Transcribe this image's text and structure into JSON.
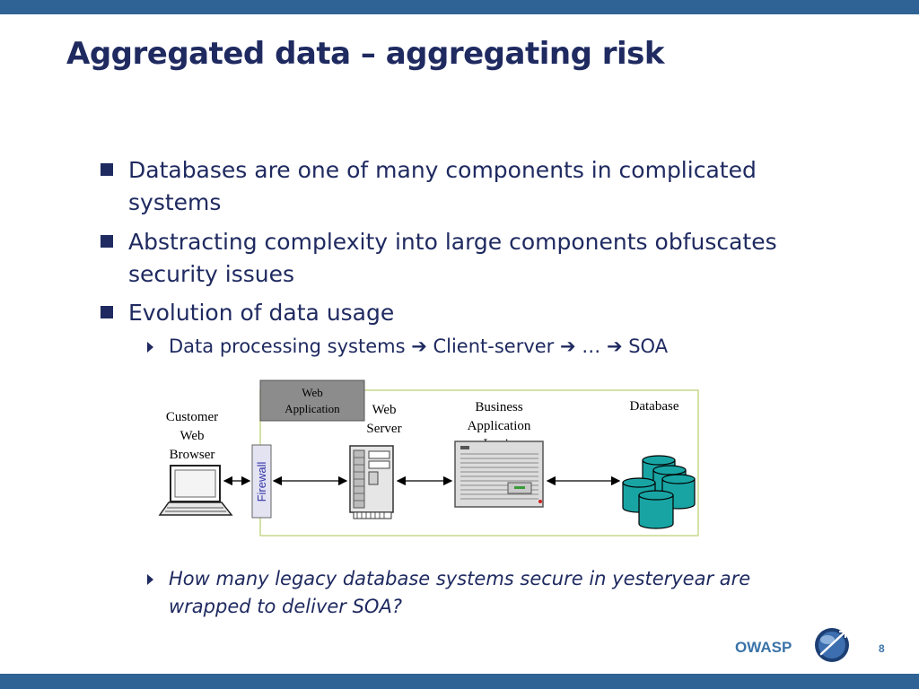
{
  "slide": {
    "title": "Aggregated data – aggregating risk",
    "bullets": [
      {
        "text": "Databases are one of many components in complicated systems"
      },
      {
        "text": "Abstracting complexity into large components obfuscates security issues"
      },
      {
        "text": "Evolution of data usage"
      }
    ],
    "sub_bullet": "Data processing systems ➔ Client-server ➔ … ➔ SOA",
    "question": "How many legacy database systems secure in yesteryear are wrapped to deliver SOA?"
  },
  "diagram": {
    "labels": {
      "web_application": [
        "Web",
        "Application"
      ],
      "customer_browser": [
        "Customer",
        "Web",
        "Browser"
      ],
      "firewall": "Firewall",
      "web_server": [
        "Web",
        "Server"
      ],
      "business_logic": [
        "Business",
        "Application",
        "Logic"
      ],
      "database": "Database"
    },
    "colors": {
      "frame_border": "#c6d98a",
      "web_app_box": "#8c8c8c",
      "firewall_fill": "#e3e3f2",
      "firewall_text": "#3434a8"
    }
  },
  "footer": {
    "brand": "OWASP",
    "page": "8"
  }
}
